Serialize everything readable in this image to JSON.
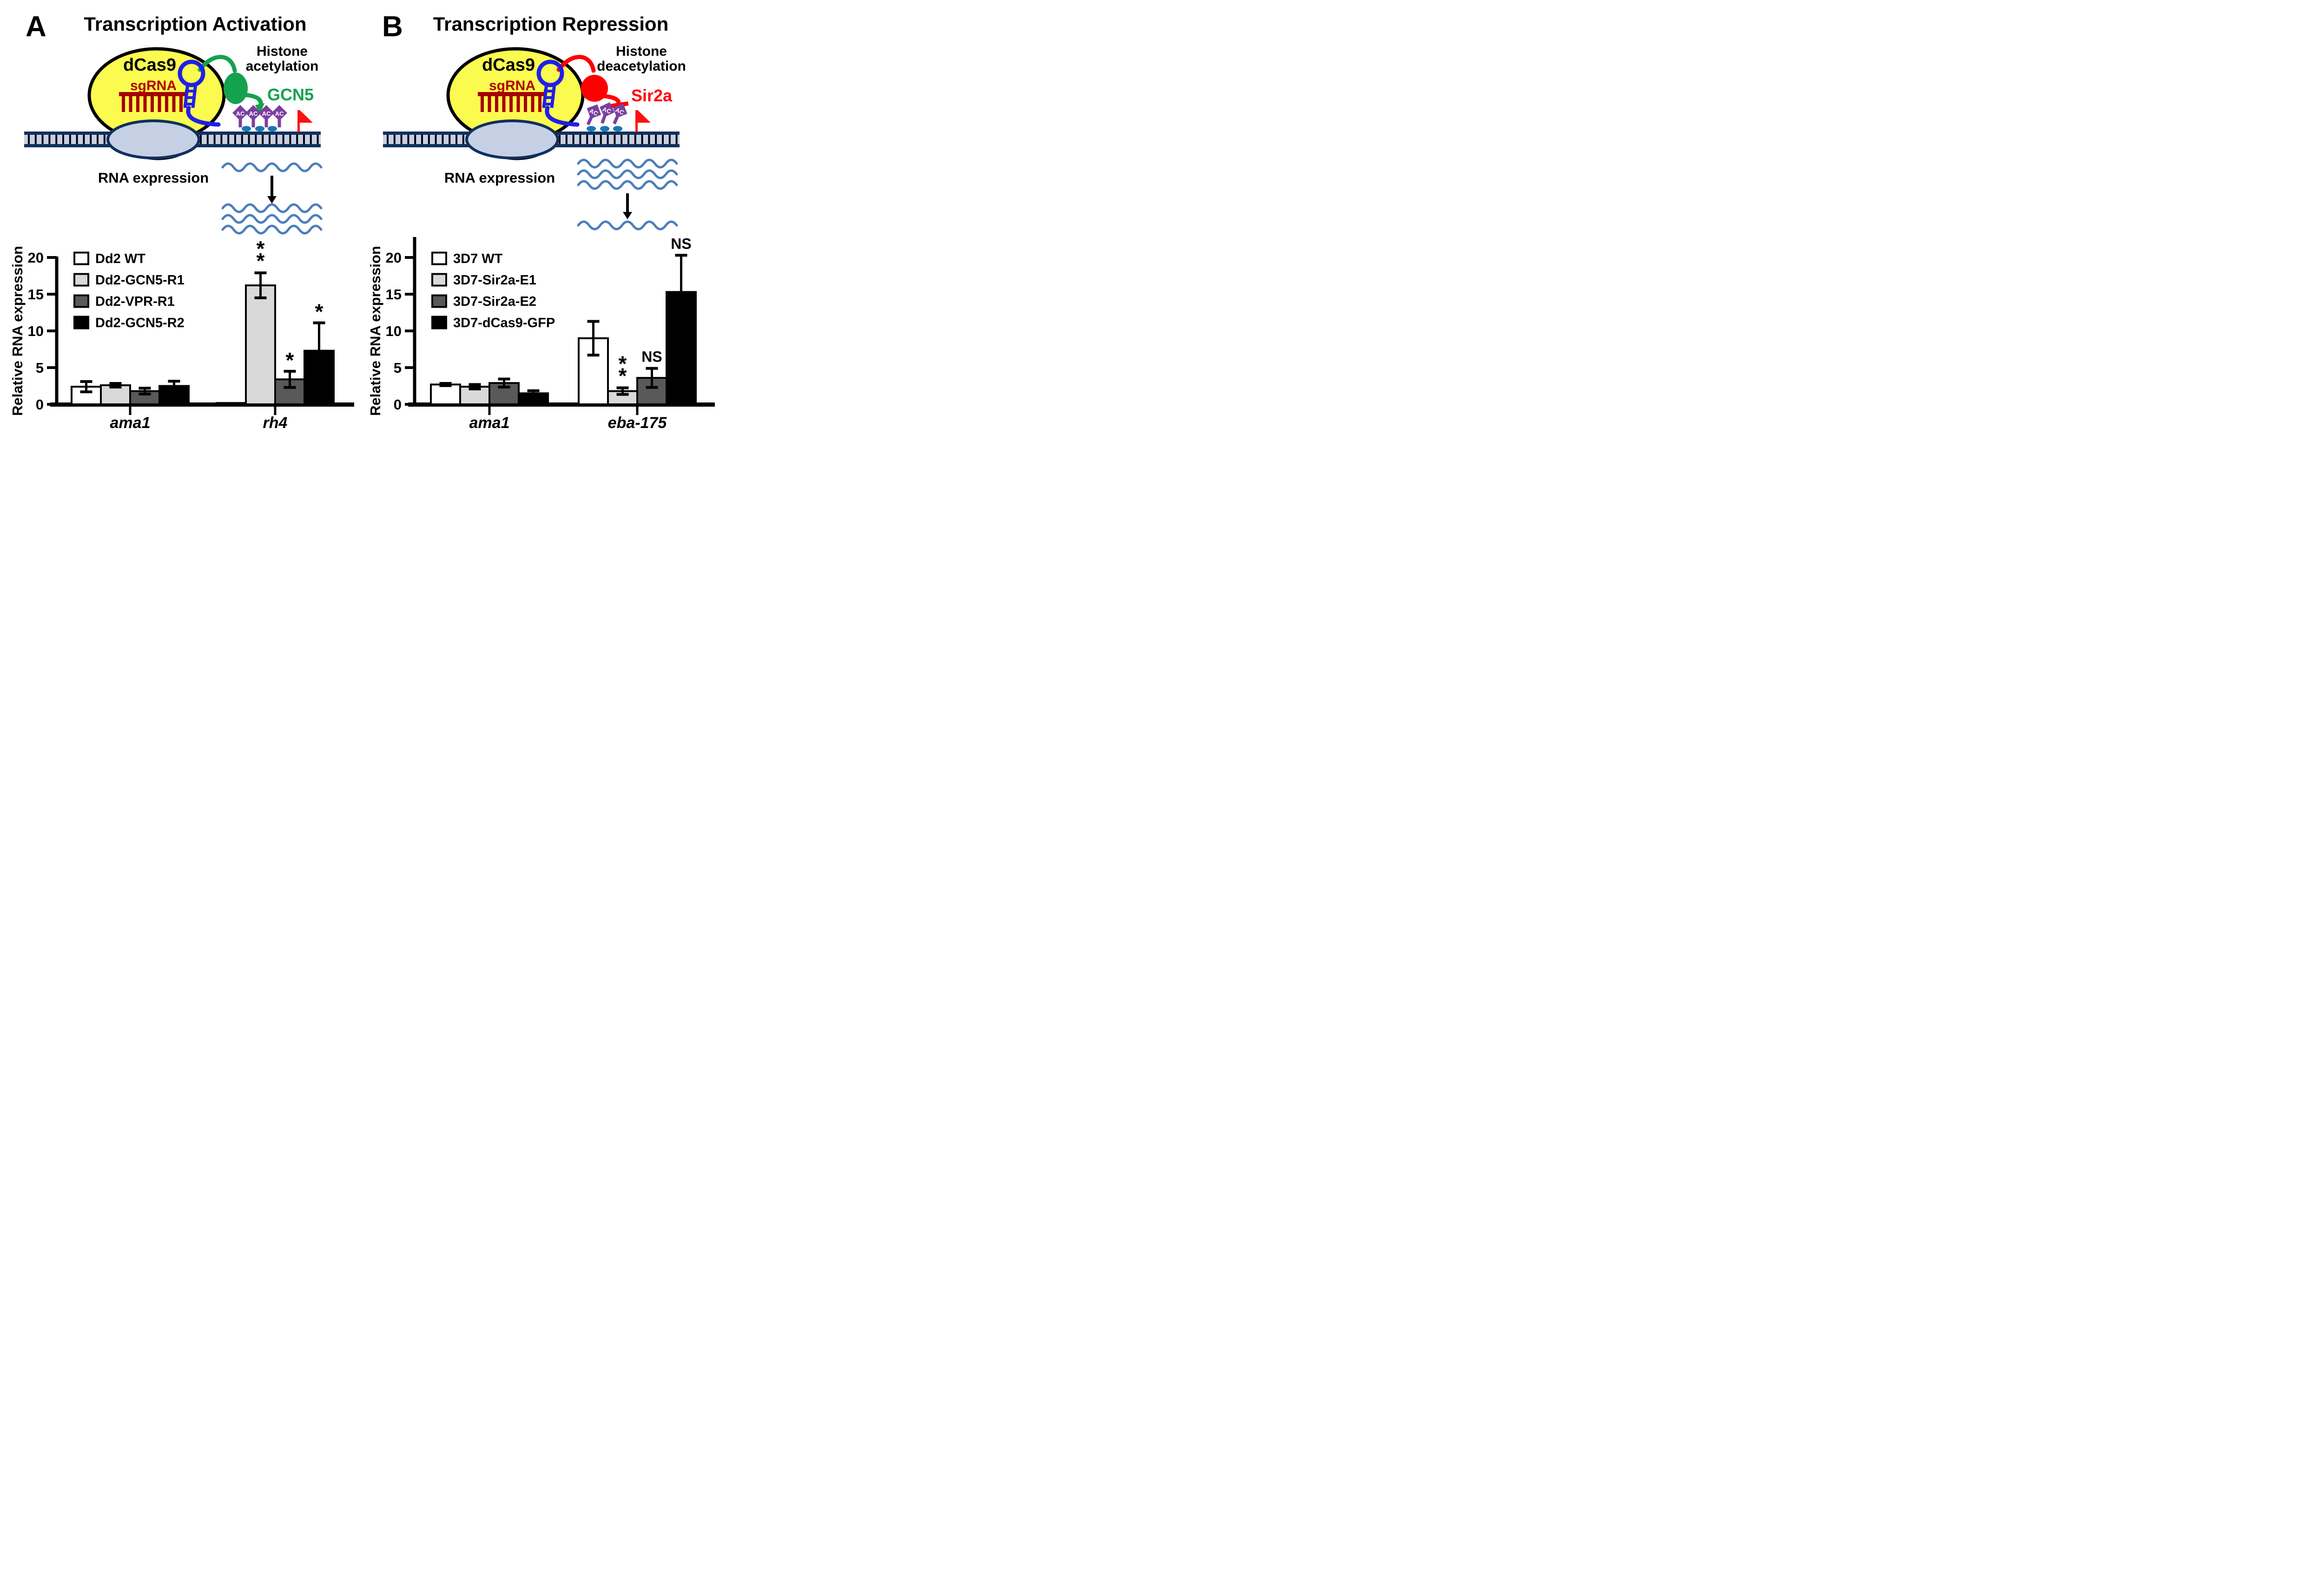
{
  "palette": {
    "dcas9_yellow": "#FBFB4F",
    "outline_black": "#000000",
    "sgrna_red": "#A50000",
    "sgrna_text_red": "#B00000",
    "scaffold_blue": "#1F1FE8",
    "dna_fill": "#C6D0E5",
    "dna_border": "#10305E",
    "wave_blue": "#4C7EBC",
    "dot_blue": "#1878B4",
    "ac_purple": "#7B3FA0",
    "flag_red": "#FF1010",
    "gcn5_green": "#15A24F",
    "sir2a_red": "#FF0000",
    "bar_white": "#FFFFFF",
    "bar_light_gray": "#D9D9D9",
    "bar_dark_gray": "#595959",
    "bar_black": "#000000"
  },
  "panels": [
    {
      "letter": "A",
      "title": "Transcription Activation",
      "diagram": {
        "protein_label": "dCas9",
        "sgrna_label": "sgRNA",
        "histone_line1": "Histone",
        "histone_line2": "acetylation",
        "enzyme_label": "GCN5",
        "enzyme_color": "#15A24F",
        "mechanism": "activate",
        "ac_mark_label": "AC",
        "ac_mark_count": 4,
        "ac_marks_tilted": false
      },
      "rna_expression": {
        "label": "RNA expression",
        "waves_before_arrow": 1,
        "waves_after_arrow": 3
      }
    },
    {
      "letter": "B",
      "title": "Transcription Repression",
      "diagram": {
        "protein_label": "dCas9",
        "sgrna_label": "sgRNA",
        "histone_line1": "Histone",
        "histone_line2": "deacetylation",
        "enzyme_label": "Sir2a",
        "enzyme_color": "#FF0000",
        "mechanism": "repress",
        "ac_mark_label": "AC",
        "ac_mark_count": 3,
        "ac_marks_tilted": true
      },
      "rna_expression": {
        "label": "RNA expression",
        "waves_before_arrow": 3,
        "waves_after_arrow": 1
      }
    }
  ],
  "chart_data": [
    {
      "type": "bar",
      "panel": "A",
      "title": "",
      "xlabel": "",
      "ylabel": "Relative RNA expression",
      "ylim": [
        0,
        20
      ],
      "yticks": [
        0,
        5,
        10,
        15,
        20
      ],
      "grid": false,
      "legend_position": "upper-left",
      "categories": [
        "ama1",
        "rh4"
      ],
      "series": [
        {
          "name": "Dd2 WT",
          "color": "#FFFFFF",
          "values": [
            2.4,
            0.18
          ],
          "errors": [
            0.7,
            0.05
          ],
          "sig": [
            "",
            ""
          ]
        },
        {
          "name": "Dd2-GCN5-R1",
          "color": "#D9D9D9",
          "values": [
            2.6,
            16.2
          ],
          "errors": [
            0.25,
            1.7
          ],
          "sig": [
            "",
            "**"
          ]
        },
        {
          "name": "Dd2-VPR-R1",
          "color": "#595959",
          "values": [
            1.8,
            3.4
          ],
          "errors": [
            0.4,
            1.1
          ],
          "sig": [
            "",
            "*"
          ]
        },
        {
          "name": "Dd2-GCN5-R2",
          "color": "#000000",
          "values": [
            2.5,
            7.3
          ],
          "errors": [
            0.65,
            3.8
          ],
          "sig": [
            "",
            "*"
          ]
        }
      ]
    },
    {
      "type": "bar",
      "panel": "B",
      "title": "",
      "xlabel": "",
      "ylabel": "Relative RNA expression",
      "ylim": [
        0,
        20
      ],
      "yticks": [
        0,
        5,
        10,
        15,
        20
      ],
      "grid": false,
      "legend_position": "upper-left",
      "categories": [
        "ama1",
        "eba-175"
      ],
      "series": [
        {
          "name": "3D7 WT",
          "color": "#FFFFFF",
          "values": [
            2.7,
            9.0
          ],
          "errors": [
            0.15,
            2.3
          ],
          "sig": [
            "",
            ""
          ]
        },
        {
          "name": "3D7-Sir2a-E1",
          "color": "#D9D9D9",
          "values": [
            2.4,
            1.8
          ],
          "errors": [
            0.3,
            0.45
          ],
          "sig": [
            "",
            "**"
          ]
        },
        {
          "name": "3D7-Sir2a-E2",
          "color": "#595959",
          "values": [
            2.9,
            3.6
          ],
          "errors": [
            0.55,
            1.3
          ],
          "sig": [
            "",
            "NS"
          ]
        },
        {
          "name": "3D7-dCas9-GFP",
          "color": "#000000",
          "values": [
            1.5,
            15.3
          ],
          "errors": [
            0.35,
            5.0
          ],
          "sig": [
            "",
            "NS"
          ]
        }
      ]
    }
  ]
}
